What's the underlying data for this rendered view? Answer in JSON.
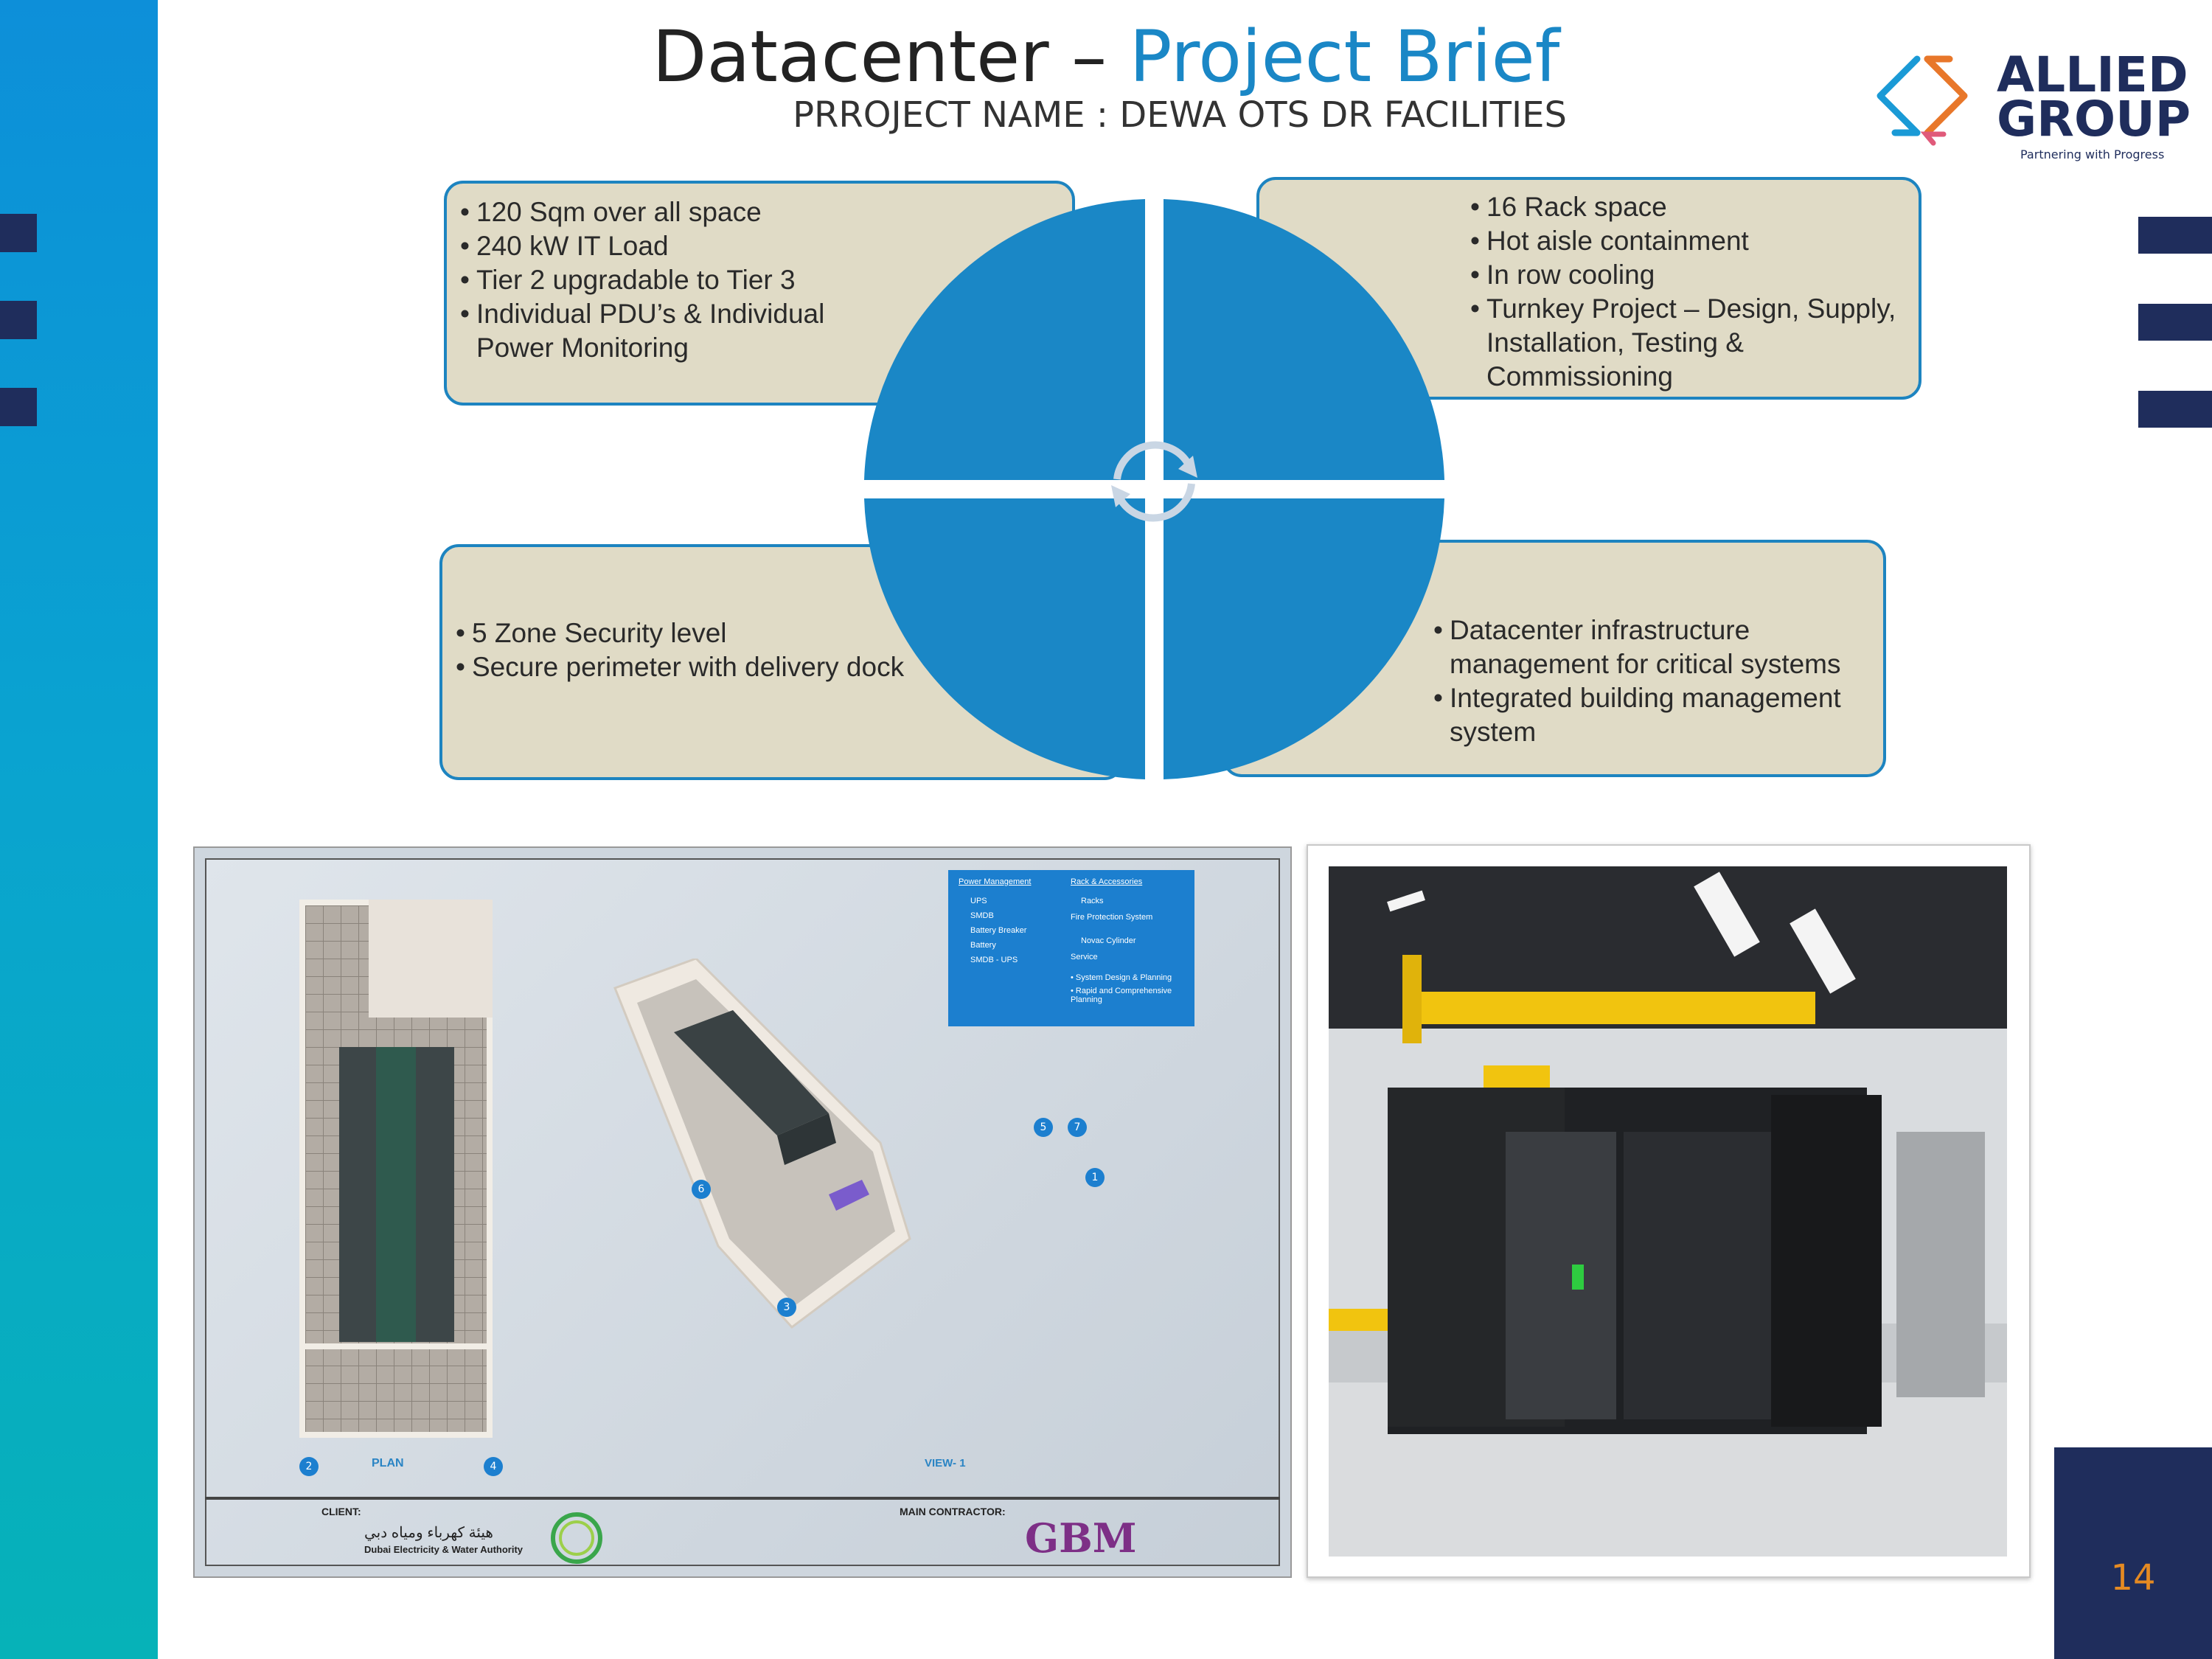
{
  "slide": {
    "title_main": "Datacenter – ",
    "title_accent": "Project Brief",
    "subtitle": "PRROJECT NAME : DEWA OTS DR FACILITIES",
    "page_number": "14"
  },
  "logo": {
    "line1": "ALLIED",
    "line2": "GROUP",
    "tagline": "Partnering with Progress"
  },
  "boxes": {
    "top_left": [
      "120 Sqm over all space",
      "240 kW IT Load",
      "Tier 2 upgradable to Tier 3",
      "Individual PDU’s & Individual Power Monitoring"
    ],
    "top_right": [
      "16 Rack space",
      "Hot aisle containment",
      "In row cooling",
      "Turnkey Project – Design, Supply, Installation, Testing & Commissioning"
    ],
    "bottom_left": [
      "5 Zone Security level",
      "Secure perimeter with delivery dock"
    ],
    "bottom_right": [
      "Datacenter infrastructure management for critical systems",
      "Integrated building management system"
    ]
  },
  "plan_drawing": {
    "legend_col1_title": "Power Management",
    "legend_col1": [
      "UPS",
      "SMDB",
      "Battery Breaker",
      "Battery",
      "SMDB - UPS"
    ],
    "legend_col2_title": "Rack & Accessories",
    "legend_col2": [
      "Racks",
      "Fire Protection System",
      "Novac Cylinder",
      "Service",
      "• System Design & Planning",
      "• Rapid and Comprehensive Planning"
    ],
    "plan_label": "PLAN",
    "view_label": "VIEW- 1",
    "client_label": "CLIENT:",
    "client_name_ar": "هيئة كهرباء ومياه دبي",
    "client_name": "Dubai Electricity & Water Authority",
    "contractor_label": "MAIN CONTRACTOR:",
    "contractor_name": "GBM",
    "callouts": [
      "1",
      "2",
      "3",
      "4",
      "5",
      "6",
      "7"
    ]
  },
  "colors": {
    "band": "#0d8fd9",
    "accent": "#1a87c6",
    "navy": "#1f2d5c",
    "box_fill": "#e0dbc6",
    "page_number": "#e58a22"
  }
}
